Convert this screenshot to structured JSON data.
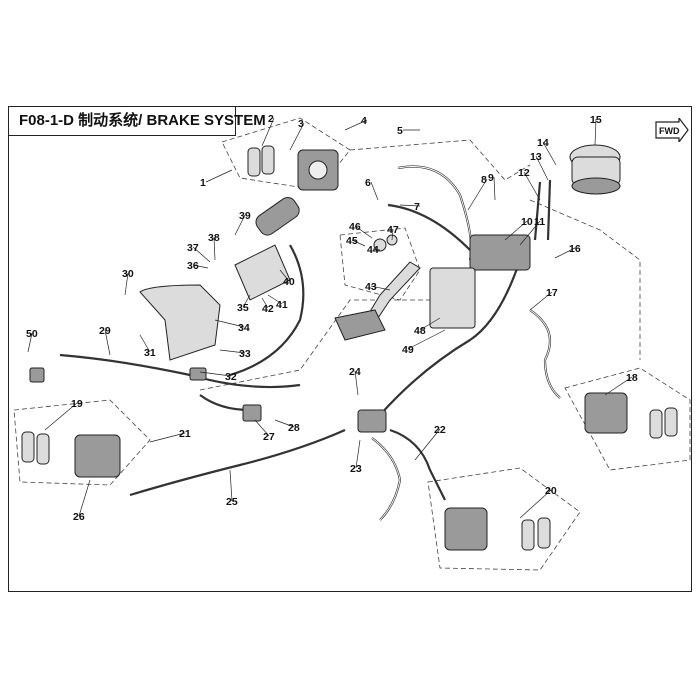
{
  "title": "F08-1-D 制动系统/ BRAKE SYSTEM",
  "direction_badge": "FWD",
  "callouts": [
    "1",
    "2",
    "3",
    "4",
    "5",
    "6",
    "7",
    "8",
    "9",
    "10",
    "11",
    "12",
    "13",
    "14",
    "15",
    "16",
    "17",
    "18",
    "19",
    "20",
    "21",
    "22",
    "23",
    "24",
    "25",
    "26",
    "27",
    "28",
    "29",
    "30",
    "31",
    "32",
    "33",
    "34",
    "35",
    "36",
    "37",
    "38",
    "39",
    "40",
    "41",
    "42",
    "43",
    "44",
    "45",
    "46",
    "47",
    "48",
    "49",
    "50"
  ]
}
